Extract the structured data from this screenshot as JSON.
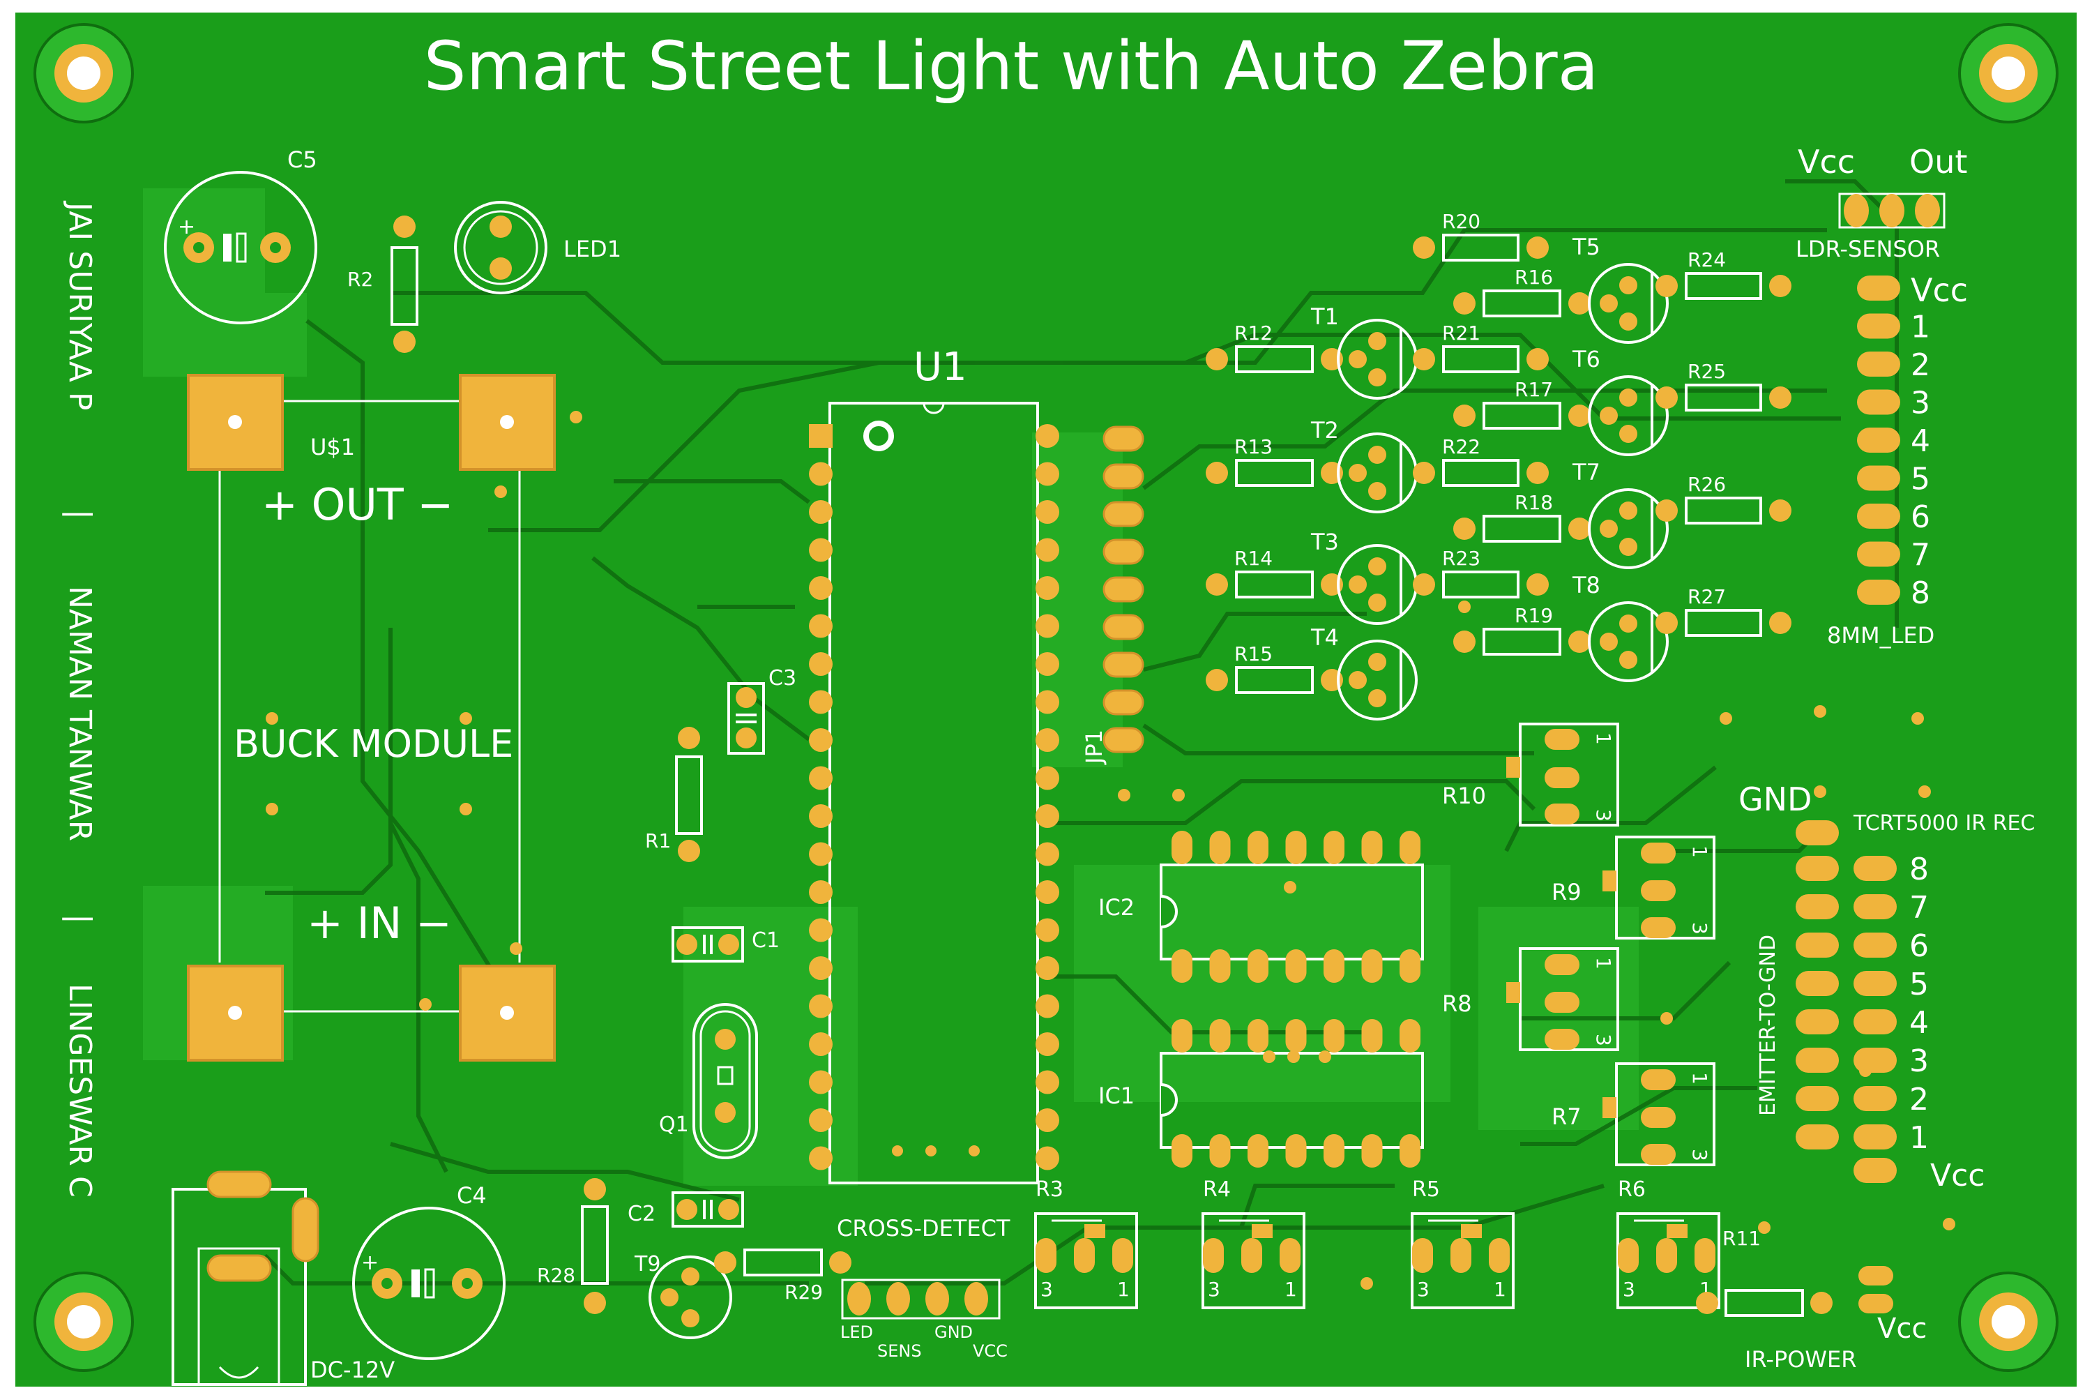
{
  "board": {
    "title": "Smart Street Light with Auto Zebra",
    "authors": [
      "JAI SURIYAA P",
      "|",
      "NAMAN TANWAR",
      "|",
      "LINGESWAR C"
    ],
    "colors": {
      "board": "#1a9e1a",
      "copper": "#2db82d",
      "trace_edge": "#0f6e0f",
      "pad": "#f0b43c",
      "pad_edge": "#d4922a",
      "silkscreen": "#ffffff",
      "substrate": "#ffffff"
    }
  },
  "labels": {
    "c5": "C5",
    "r2": "R2",
    "led1": "LED1",
    "usd1": "U$1",
    "out": "+ OUT −",
    "buck": "BUCK MODULE",
    "in": "+ IN −",
    "c4": "C4",
    "dc": "DC-12V",
    "u1": "U1",
    "c3": "C3",
    "r1": "R1",
    "c1": "C1",
    "q1": "Q1",
    "c2": "C2",
    "r28": "R28",
    "t9": "T9",
    "r29": "R29",
    "jp1": "JP1",
    "cross": "CROSS-DETECT",
    "cross_led": "LED",
    "cross_sens": "SENS",
    "cross_gnd": "GND",
    "cross_vcc": "VCC",
    "ic2": "IC2",
    "ic1": "IC1",
    "r3": "R3",
    "r4": "R4",
    "r5": "R5",
    "r6": "R6",
    "r11": "R11",
    "r10": "R10",
    "r9": "R9",
    "r8": "R8",
    "r7": "R7",
    "r12": "R12",
    "r13": "R13",
    "r14": "R14",
    "r15": "R15",
    "t1": "T1",
    "t2": "T2",
    "t3": "T3",
    "t4": "T4",
    "r20": "R20",
    "r21": "R21",
    "r22": "R22",
    "r23": "R23",
    "r16": "R16",
    "r17": "R17",
    "r18": "R18",
    "r19": "R19",
    "t5": "T5",
    "t6": "T6",
    "t7": "T7",
    "t8": "T8",
    "r24": "R24",
    "r25": "R25",
    "r26": "R26",
    "r27": "R27",
    "ldr_vcc": "Vcc",
    "ldr_out": "Out",
    "ldr": "LDR-SENSOR",
    "led_vcc": "Vcc",
    "led_name": "8MM_LED",
    "led_pins": [
      "1",
      "2",
      "3",
      "4",
      "5",
      "6",
      "7",
      "8"
    ],
    "gnd": "GND",
    "tcrt": "TCRT5000 IR REC",
    "emitter": "EMITTER-TO-GND",
    "ir_pins": [
      "8",
      "7",
      "6",
      "5",
      "4",
      "3",
      "2",
      "1"
    ],
    "ir_vcc": "Vcc",
    "ir_power_vcc": "Vcc",
    "ir_power": "IR-POWER",
    "pot_3": "3",
    "pot_1": "1"
  }
}
